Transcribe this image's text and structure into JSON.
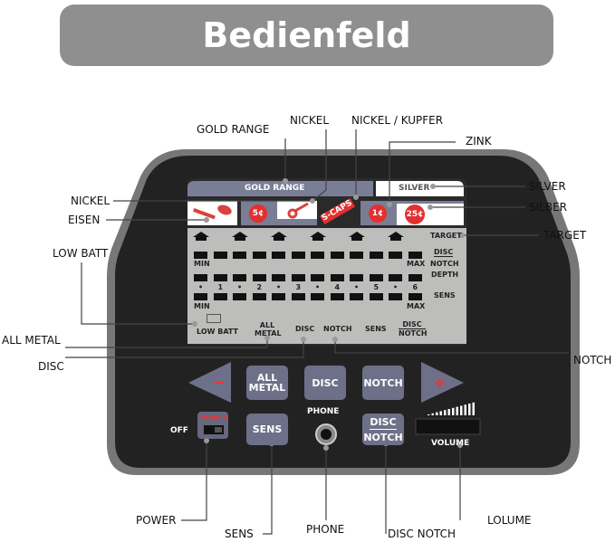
{
  "title": "Bedienfeld",
  "callouts": {
    "gold_range": "GOLD RANGE",
    "nickel_top": "NICKEL",
    "nickel_kupfer": "NICKEL / KUPFER",
    "zink": "ZINK",
    "nickel_left": "NICKEL",
    "eisen": "EISEN",
    "silver": "SILVER",
    "silber": "SILBER",
    "target": "TARGET",
    "low_batt": "LOW BATT",
    "all_metal": "ALL METAL",
    "disc": "DISC",
    "notch": "NOTCH",
    "power": "POWER",
    "sens": "SENS",
    "phone": "PHONE",
    "disc_notch": "DISC NOTCH",
    "volume": "LOLUME"
  },
  "display": {
    "gold_range": "GOLD   RANGE",
    "silver": "SILVER",
    "scaps": "S-CAPS",
    "coins": [
      "5¢",
      "1¢",
      "25¢"
    ],
    "target": "TARGET",
    "disc": "DISC",
    "notch": "NOTCH",
    "depth": "DEPTH",
    "sens": "SENS",
    "min": "MIN",
    "max": "MAX",
    "scale": [
      "1",
      "2",
      "3",
      "4",
      "5",
      "6"
    ],
    "modes": {
      "low_batt": "LOW BATT",
      "all": "ALL",
      "metal": "METAL",
      "disc": "DISC",
      "notch": "NOTCH",
      "sens": "SENS",
      "disc2": "DISC",
      "notch2": "NOTCH"
    }
  },
  "buttons": {
    "minus": "−",
    "plus": "+",
    "all": "ALL",
    "metal": "METAL",
    "disc": "DISC",
    "notch": "NOTCH",
    "sens": "SENS",
    "disc2": "DISC",
    "notch2": "NOTCH",
    "power": "POWER",
    "off": "OFF",
    "phone": "PHONE",
    "volume": "VOLUME"
  }
}
